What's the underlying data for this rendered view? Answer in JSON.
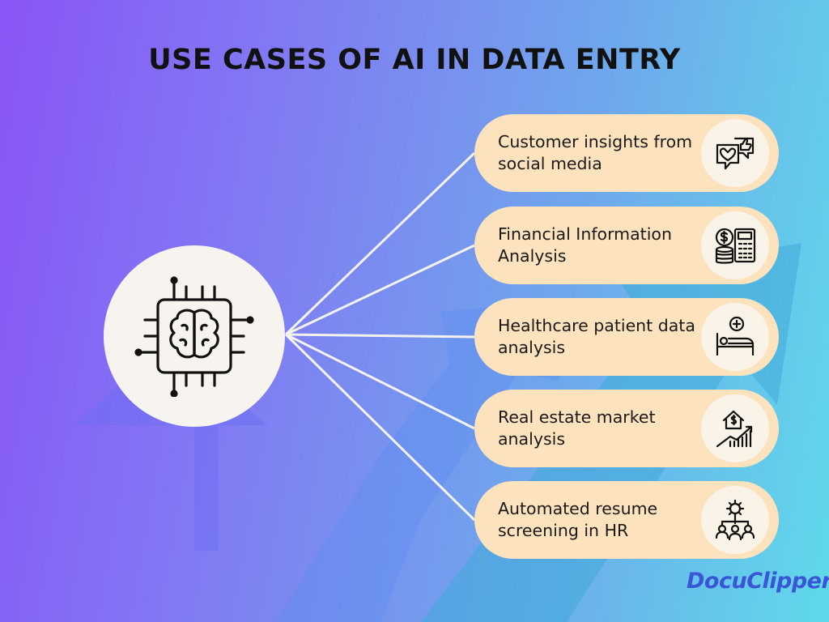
{
  "title": "USE CASES OF AI IN DATA ENTRY",
  "hub": {
    "icon": "ai-brain-chip-icon"
  },
  "use_cases": [
    {
      "label": "Customer insights from social media",
      "icon": "social-media-heart-like-icon"
    },
    {
      "label": "Financial Information Analysis",
      "icon": "calculator-coins-icon"
    },
    {
      "label": "Healthcare patient data analysis",
      "icon": "hospital-bed-icon"
    },
    {
      "label": "Real estate market analysis",
      "icon": "house-growth-chart-icon"
    },
    {
      "label": "Automated resume screening in HR",
      "icon": "hr-network-gear-icon"
    }
  ],
  "brand": "DocuClipper",
  "colors": {
    "pill": "#fce3be",
    "hub": "#f7f4ef",
    "connector": "#f4f2ee",
    "brand": "#3a55d6"
  }
}
